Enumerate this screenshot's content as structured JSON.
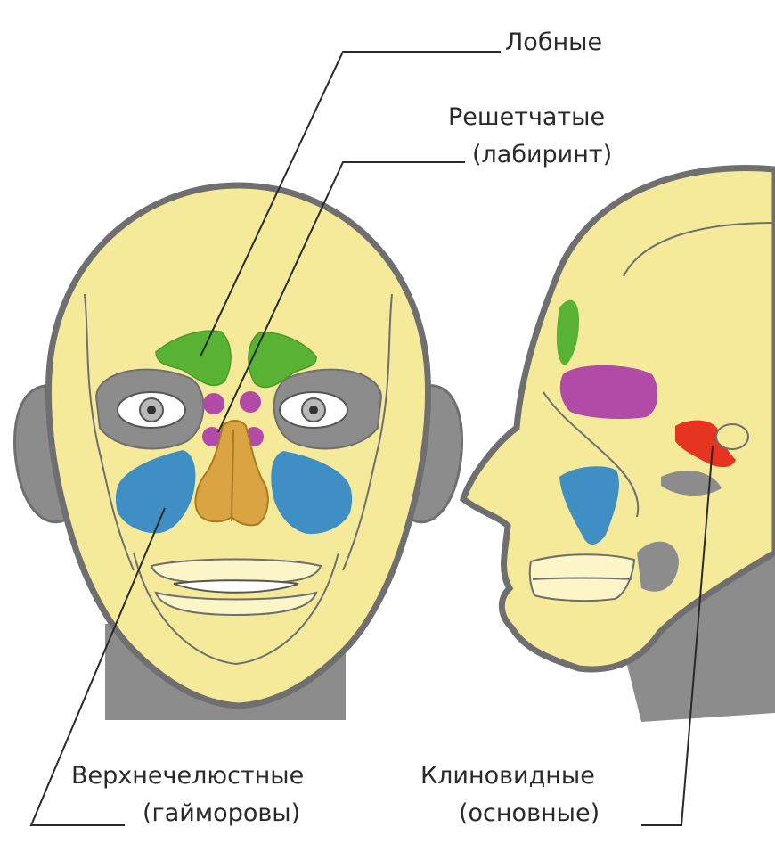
{
  "labels": {
    "frontal": "Лобные",
    "ethmoid_line1": "Решетчатые",
    "ethmoid_line2": "(лабиринт)",
    "maxillary_line1": "Верхнечелюстные",
    "maxillary_line2": "(гайморовы)",
    "sphenoid_line1": "Клиновидные",
    "sphenoid_line2": "(основные)"
  },
  "colors": {
    "skin": "#f5ea9a",
    "outline": "#6f6f6f",
    "shadow": "#8c8c8c",
    "frontal_sinus": "#58b234",
    "ethmoid_sinus": "#b24aa8",
    "maxillary_sinus": "#3f8fc4",
    "sphenoid_sinus": "#e5341f",
    "nasal_cavity": "#d9a441"
  }
}
